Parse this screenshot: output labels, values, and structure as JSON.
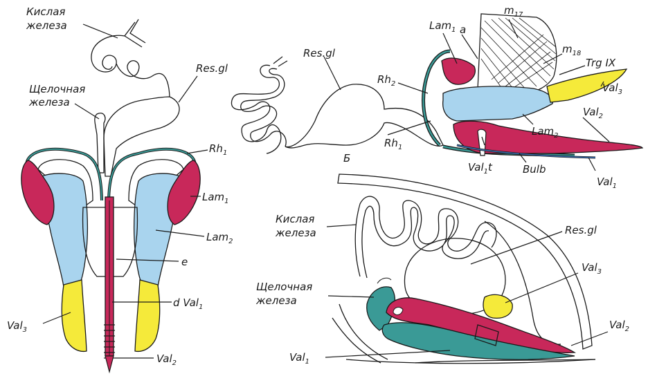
{
  "colors": {
    "magenta": "#c8285a",
    "light_blue": "#a9d4ee",
    "yellow": "#f5ea3a",
    "teal": "#3a9a96",
    "outline": "#1a1a1a"
  },
  "panel_a": {
    "acid_gland_line1": "Кислая",
    "acid_gland_line2": "железа",
    "alkaline_gland_line1": "Щелочная",
    "alkaline_gland_line2": "железа",
    "res_gl": "Res.gl",
    "rh1_main": "Rh",
    "rh1_sub": "1",
    "lam1_main": "Lam",
    "lam1_sub": "1",
    "lam2_main": "Lam",
    "lam2_sub": "2",
    "e": "e",
    "dval1_main": "d Val",
    "dval1_sub": "1",
    "val3_main": "Val",
    "val3_sub": "3",
    "val2_main": "Val",
    "val2_sub": "2"
  },
  "panel_b": {
    "res_gl": "Res.gl",
    "rh2_main": "Rh",
    "rh2_sub": "2",
    "rh1_main": "Rh",
    "rh1_sub": "1",
    "letter_b": "Б",
    "lam1_main": "Lam",
    "lam1_sub": "1",
    "a": "a",
    "m17_main": "m",
    "m17_sub": "17",
    "m18_main": "m",
    "m18_sub": "18",
    "trg_ix": "Trg IX",
    "val3_main": "Val",
    "val3_sub": "3",
    "val2_main": "Val",
    "val2_sub": "2",
    "lam2_main": "Lam",
    "lam2_sub": "2",
    "val1t_main": "Val",
    "val1t_sub": "1",
    "val1t_t": "t",
    "bulb": "Bulb",
    "val1_main": "Val",
    "val1_sub": "1"
  },
  "panel_c": {
    "acid_gland_line1": "Кислая",
    "acid_gland_line2": "железа",
    "res_gl": "Res.gl",
    "val3_main": "Val",
    "val3_sub": "3",
    "alkaline_gland_line1": "Щелочная",
    "alkaline_gland_line2": "железа",
    "val2_main": "Val",
    "val2_sub": "2",
    "val1_main": "Val",
    "val1_sub": "1"
  }
}
